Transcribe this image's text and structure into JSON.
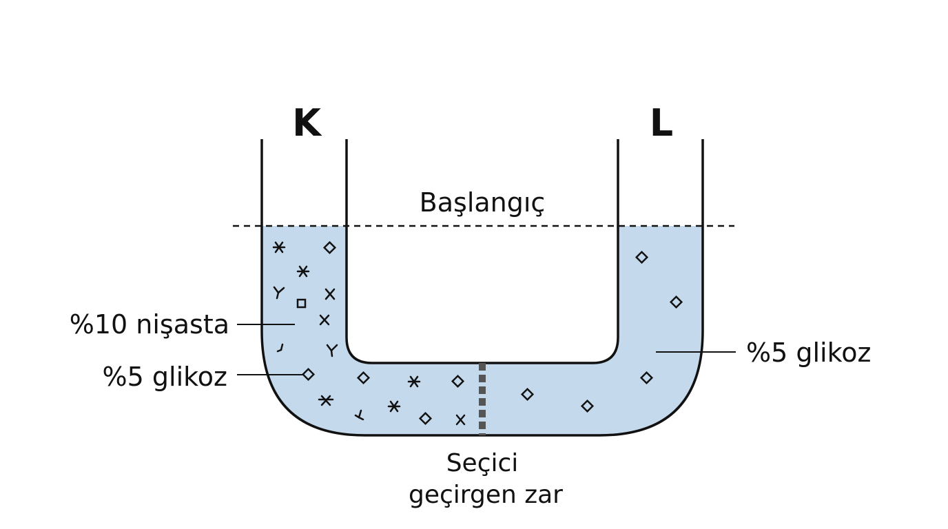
{
  "labels": {
    "arm_left": "K",
    "arm_right": "L",
    "start_line": "Başlangıç",
    "left_solution_starch": "%10 nişasta",
    "left_solution_glucose": "%5 glikoz",
    "right_solution_glucose": "%5 glikoz",
    "membrane_line1": "Seçici",
    "membrane_line2": "geçirgen zar"
  },
  "colors": {
    "liquid": "#c4d9ec",
    "outline": "#111111",
    "membrane": "#555555"
  },
  "legend_symbols": {
    "starch": "starch-particle (✱ / x / ʎ marks)",
    "glucose": "glucose-particle (◇ diamond)"
  }
}
